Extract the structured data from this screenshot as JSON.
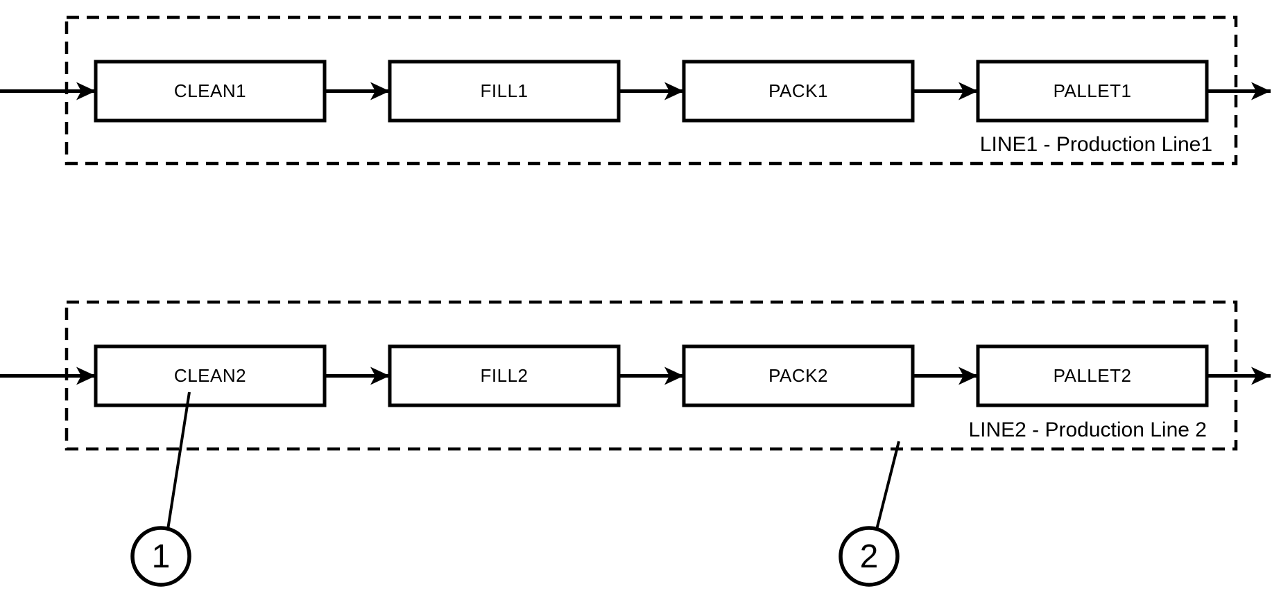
{
  "diagram": {
    "background_color": "#ffffff",
    "stroke_color": "#000000",
    "production_lines": [
      {
        "label": "LINE1 - Production Line1",
        "stations": [
          "CLEAN1",
          "FILL1",
          "PACK1",
          "PALLET1"
        ]
      },
      {
        "label": "LINE2 - Production Line 2",
        "stations": [
          "CLEAN2",
          "FILL2",
          "PACK2",
          "PALLET2"
        ]
      }
    ],
    "callouts": [
      {
        "number": "1"
      },
      {
        "number": "2"
      }
    ]
  }
}
